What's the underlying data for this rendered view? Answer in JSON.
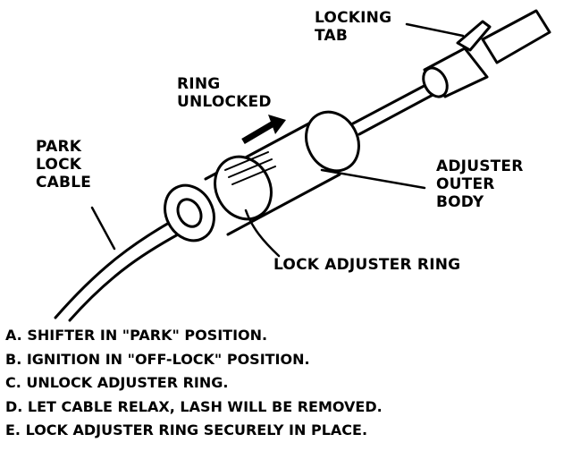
{
  "labels": {
    "locking_tab_1": "LOCKING",
    "locking_tab_2": "TAB",
    "ring_unlocked_1": "RING",
    "ring_unlocked_2": "UNLOCKED",
    "park_lock_cable_1": "PARK",
    "park_lock_cable_2": "LOCK",
    "park_lock_cable_3": "CABLE",
    "adjuster_outer_body_1": "ADJUSTER",
    "adjuster_outer_body_2": "OUTER",
    "adjuster_outer_body_3": "BODY",
    "lock_adjuster_ring": "LOCK ADJUSTER RING"
  },
  "steps": [
    "A. SHIFTER IN \"PARK\" POSITION.",
    "B. IGNITION IN \"OFF-LOCK\" POSITION.",
    "C. UNLOCK ADJUSTER RING.",
    "D. LET CABLE RELAX, LASH WILL BE REMOVED.",
    "E. LOCK ADJUSTER RING SECURELY IN PLACE."
  ]
}
